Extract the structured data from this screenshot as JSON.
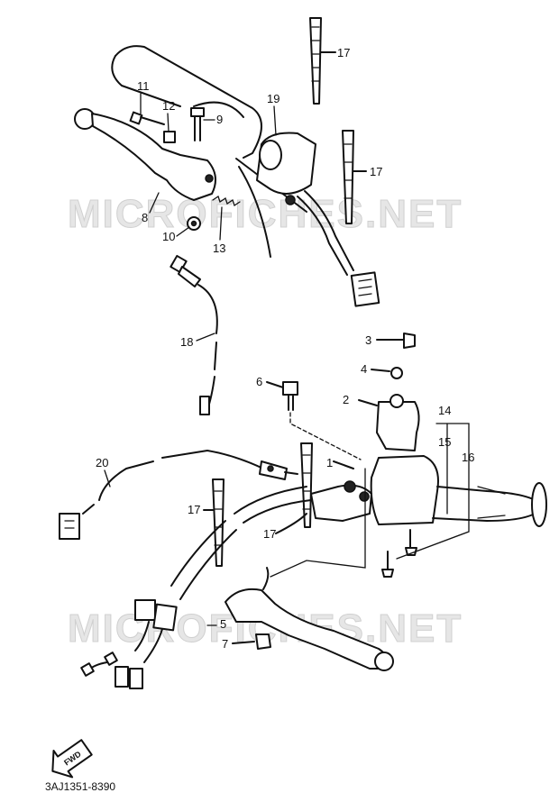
{
  "watermark": "MICROFICHES.NET",
  "drawing_code": "3AJ1351-8390",
  "direction_label": "FWD",
  "callouts": {
    "c1": "1",
    "c2": "2",
    "c3": "3",
    "c4": "4",
    "c5": "5",
    "c6": "6",
    "c7": "7",
    "c8": "8",
    "c9": "9",
    "c10": "10",
    "c11": "11",
    "c12": "12",
    "c13": "13",
    "c14": "14",
    "c15": "15",
    "c16": "16",
    "c17a": "17",
    "c17b": "17",
    "c17c": "17",
    "c17d": "17",
    "c18": "18",
    "c19": "19",
    "c20": "20"
  }
}
